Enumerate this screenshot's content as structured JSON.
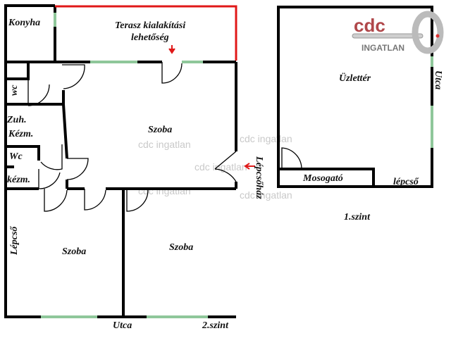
{
  "rooms": {
    "konyha": "Konyha",
    "terasz_line1": "Terasz kialakítási",
    "terasz_line2": "lehetőség",
    "wc_upper": "wc",
    "zuh": "Zuh.",
    "kezm_upper": "Kézm.",
    "wc_lower": "Wc",
    "kezm_lower": "kézm.",
    "szoba_main": "Szoba",
    "szoba_left": "Szoba",
    "szoba_right": "Szoba",
    "lepcso_left": "Lépcső",
    "lepcsohaz": "Lépcsőház",
    "utca_bottom": "Utca",
    "level2": "2.szint",
    "uzletter": "Üzlettér",
    "utca_right": "Utca",
    "mosogato": "Mosogató",
    "lepcso_right": "lépcső",
    "level1": "1.szint"
  },
  "watermark": "cdc ingatlan",
  "logo": {
    "brand": "cdc",
    "sub": "INGATLAN"
  },
  "colors": {
    "window": "#8fc79a",
    "terrace": "#e01818",
    "logo_red": "#b0474a"
  }
}
